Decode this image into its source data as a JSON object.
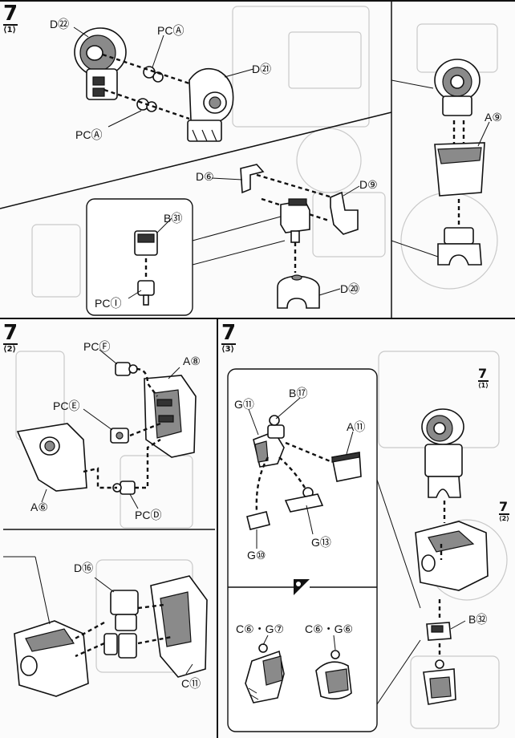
{
  "panels": {
    "p1": {
      "step": "7",
      "sub": "⟨1⟩"
    },
    "p2": {
      "step": "7",
      "sub": "⟨2⟩"
    },
    "p3": {
      "step": "7",
      "sub": "⟨3⟩",
      "ref1": {
        "step": "7",
        "sub": "⟨1⟩"
      },
      "ref2": {
        "step": "7",
        "sub": "⟨2⟩"
      }
    }
  },
  "labels": {
    "d22": "D㉒",
    "pca1": "PCⒶ",
    "pca2": "PCⒶ",
    "d21": "D㉑",
    "a9": "A⑨",
    "d6": "D⑥",
    "d9": "D⑨",
    "b31": "B㉛",
    "pci": "PCⒾ",
    "d20": "D⑳",
    "pcf": "PCⒻ",
    "a8": "A⑧",
    "pce": "PCⒺ",
    "a6": "A⑥",
    "pcd": "PCⒹ",
    "d16": "D⑯",
    "c11": "C⑪",
    "g11": "G⑪",
    "b17": "B⑰",
    "a11": "A⑪",
    "g13": "G⑬",
    "g10": "G⑩",
    "c6g7": "C⑥・G⑦",
    "c6g6": "C⑥・G⑥",
    "b32": "B㉜"
  },
  "icons": {
    "option": "option-icon"
  }
}
